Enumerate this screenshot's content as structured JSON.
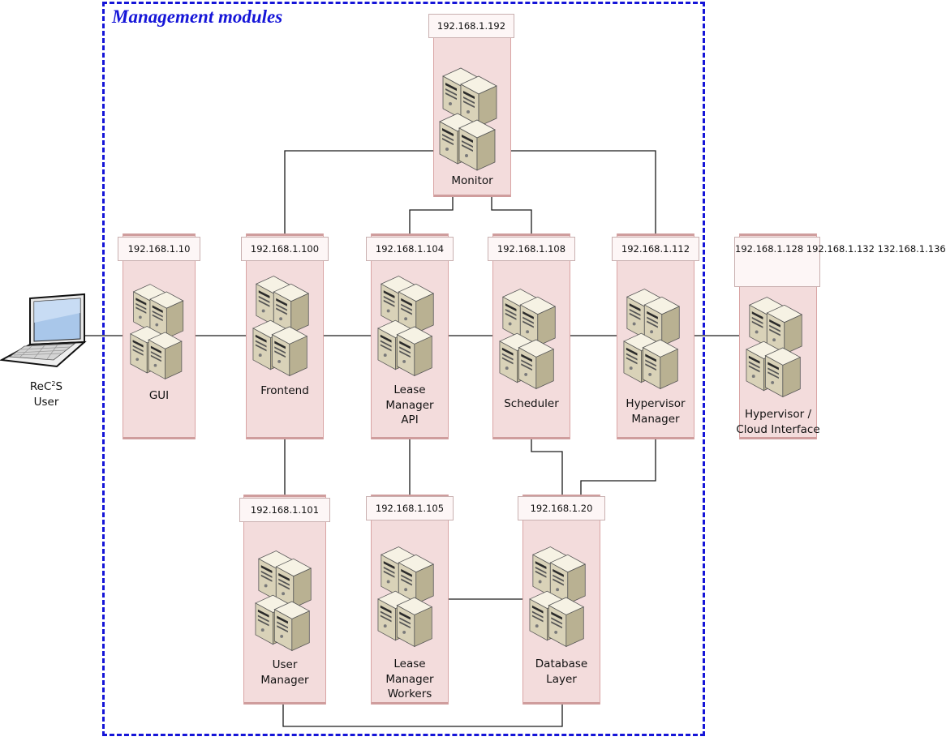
{
  "title": "Management modules",
  "user": {
    "label_pre": "ReC",
    "label_sup": "2",
    "label_post": "S",
    "label_line2": "User"
  },
  "nodes": [
    {
      "id": "monitor",
      "ip": "192.168.1.192",
      "label": "Monitor"
    },
    {
      "id": "gui",
      "ip": "192.168.1.10",
      "label": "GUI"
    },
    {
      "id": "frontend",
      "ip": "192.168.1.100",
      "label": "Frontend"
    },
    {
      "id": "lease-manager-api",
      "ip": "192.168.1.104",
      "label": "Lease\nManager\nAPI"
    },
    {
      "id": "scheduler",
      "ip": "192.168.1.108",
      "label": "Scheduler"
    },
    {
      "id": "hypervisor-manager",
      "ip": "192.168.1.112",
      "label": "Hypervisor\nManager"
    },
    {
      "id": "hypervisor-cloud-interface",
      "ip": "192.168.1.128\n192.168.1.132\n132.168.1.136",
      "label": "Hypervisor /\nCloud Interface"
    },
    {
      "id": "user-manager",
      "ip": "192.168.1.101",
      "label": "User\nManager"
    },
    {
      "id": "lease-manager-workers",
      "ip": "192.168.1.105",
      "label": "Lease\nManager\nWorkers"
    },
    {
      "id": "database-layer",
      "ip": "192.168.1.20",
      "label": "Database\nLayer"
    }
  ]
}
